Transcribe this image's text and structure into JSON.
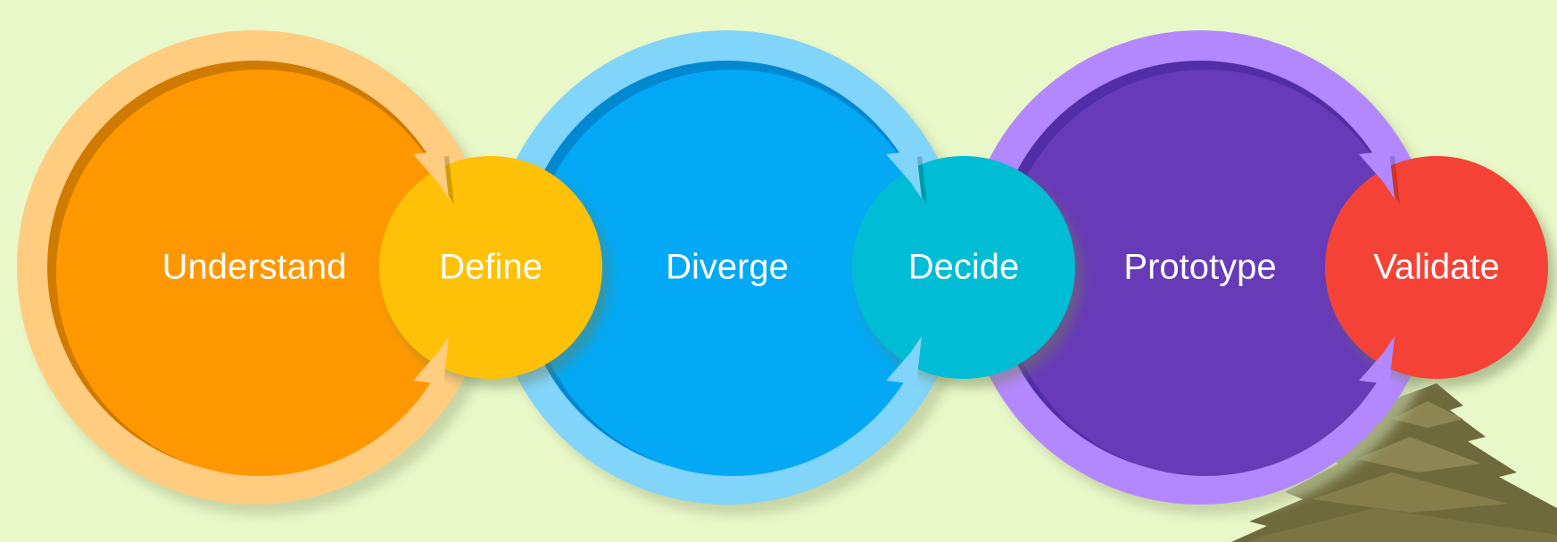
{
  "diagram": {
    "stages": [
      {
        "name": "Understand",
        "size": "large",
        "color": "#ff9800",
        "ring_color": "#ffcc80",
        "shadow_color": "#cf7a00"
      },
      {
        "name": "Define",
        "size": "small",
        "color": "#ffc107"
      },
      {
        "name": "Diverge",
        "size": "large",
        "color": "#03a9f4",
        "ring_color": "#81d4fa",
        "shadow_color": "#0288d1"
      },
      {
        "name": "Decide",
        "size": "small",
        "color": "#00bcd4"
      },
      {
        "name": "Prototype",
        "size": "large",
        "color": "#673ab7",
        "ring_color": "#b388ff",
        "shadow_color": "#512da8"
      },
      {
        "name": "Validate",
        "size": "small",
        "color": "#f44336"
      }
    ],
    "background_color": "#e9f8c8",
    "decoration": "pagoda-photo"
  }
}
